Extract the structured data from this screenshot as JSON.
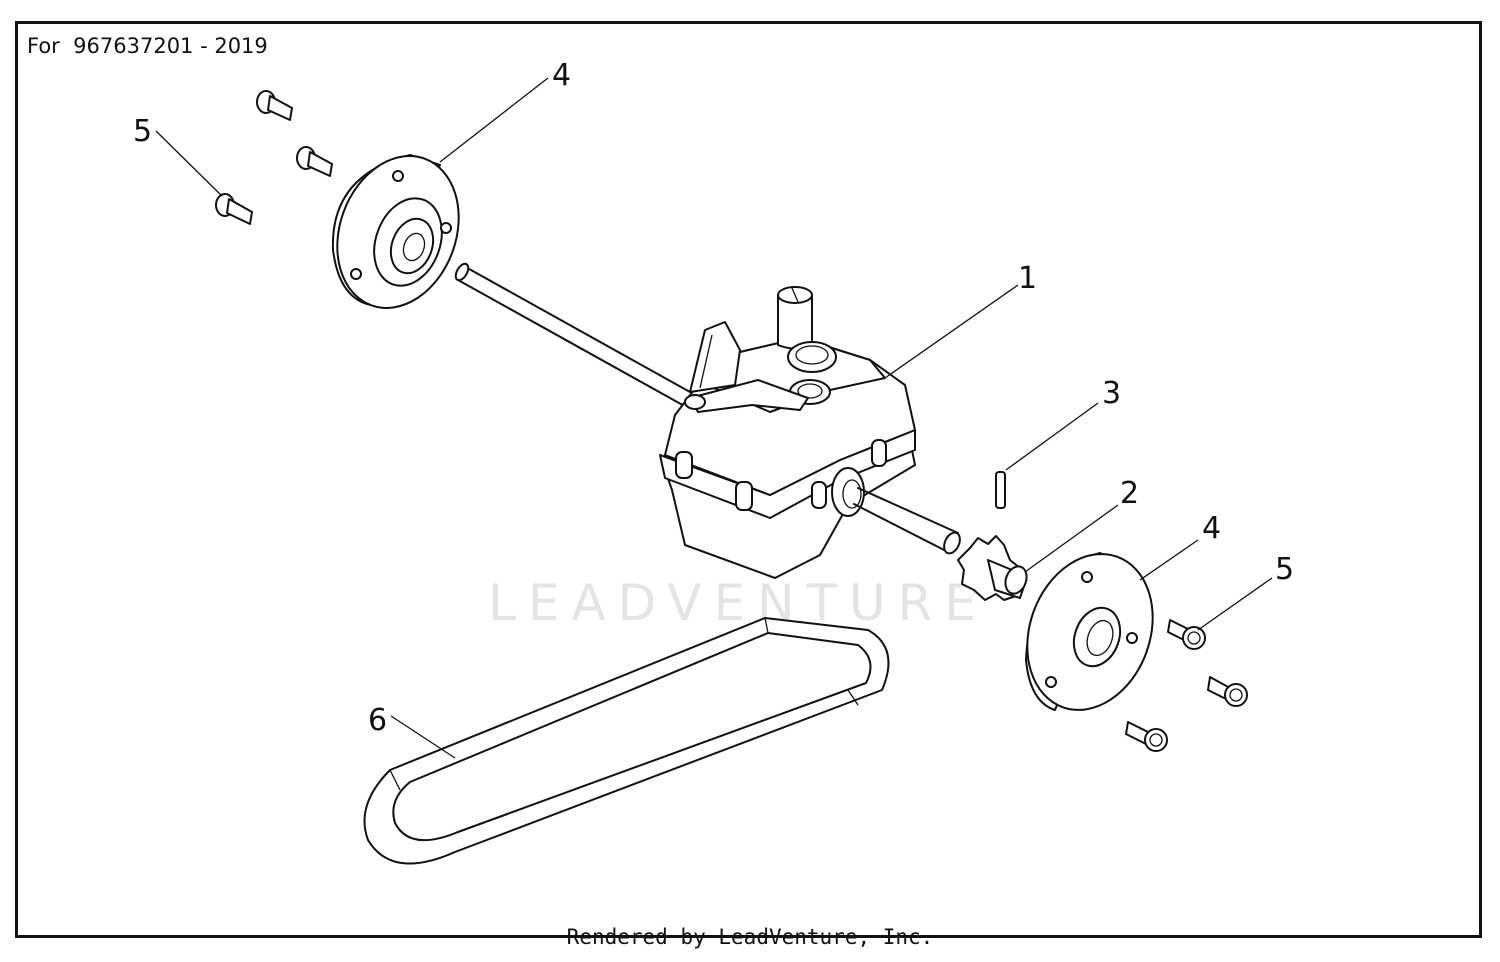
{
  "header": {
    "model_label": "For  967637201 - 2019"
  },
  "footer": {
    "rendered_by": "Rendered by LeadVenture, Inc."
  },
  "watermark": {
    "text": "LEADVENTURE"
  },
  "callouts": [
    {
      "id": "part-1",
      "label": "1"
    },
    {
      "id": "part-2",
      "label": "2"
    },
    {
      "id": "part-3",
      "label": "3"
    },
    {
      "id": "part-4-left",
      "label": "4"
    },
    {
      "id": "part-4-right",
      "label": "4"
    },
    {
      "id": "part-5-left",
      "label": "5"
    },
    {
      "id": "part-5-right",
      "label": "5"
    },
    {
      "id": "part-6",
      "label": "6"
    }
  ],
  "colors": {
    "line": "#111111",
    "background": "#ffffff",
    "watermark": "#e4e4e4"
  }
}
